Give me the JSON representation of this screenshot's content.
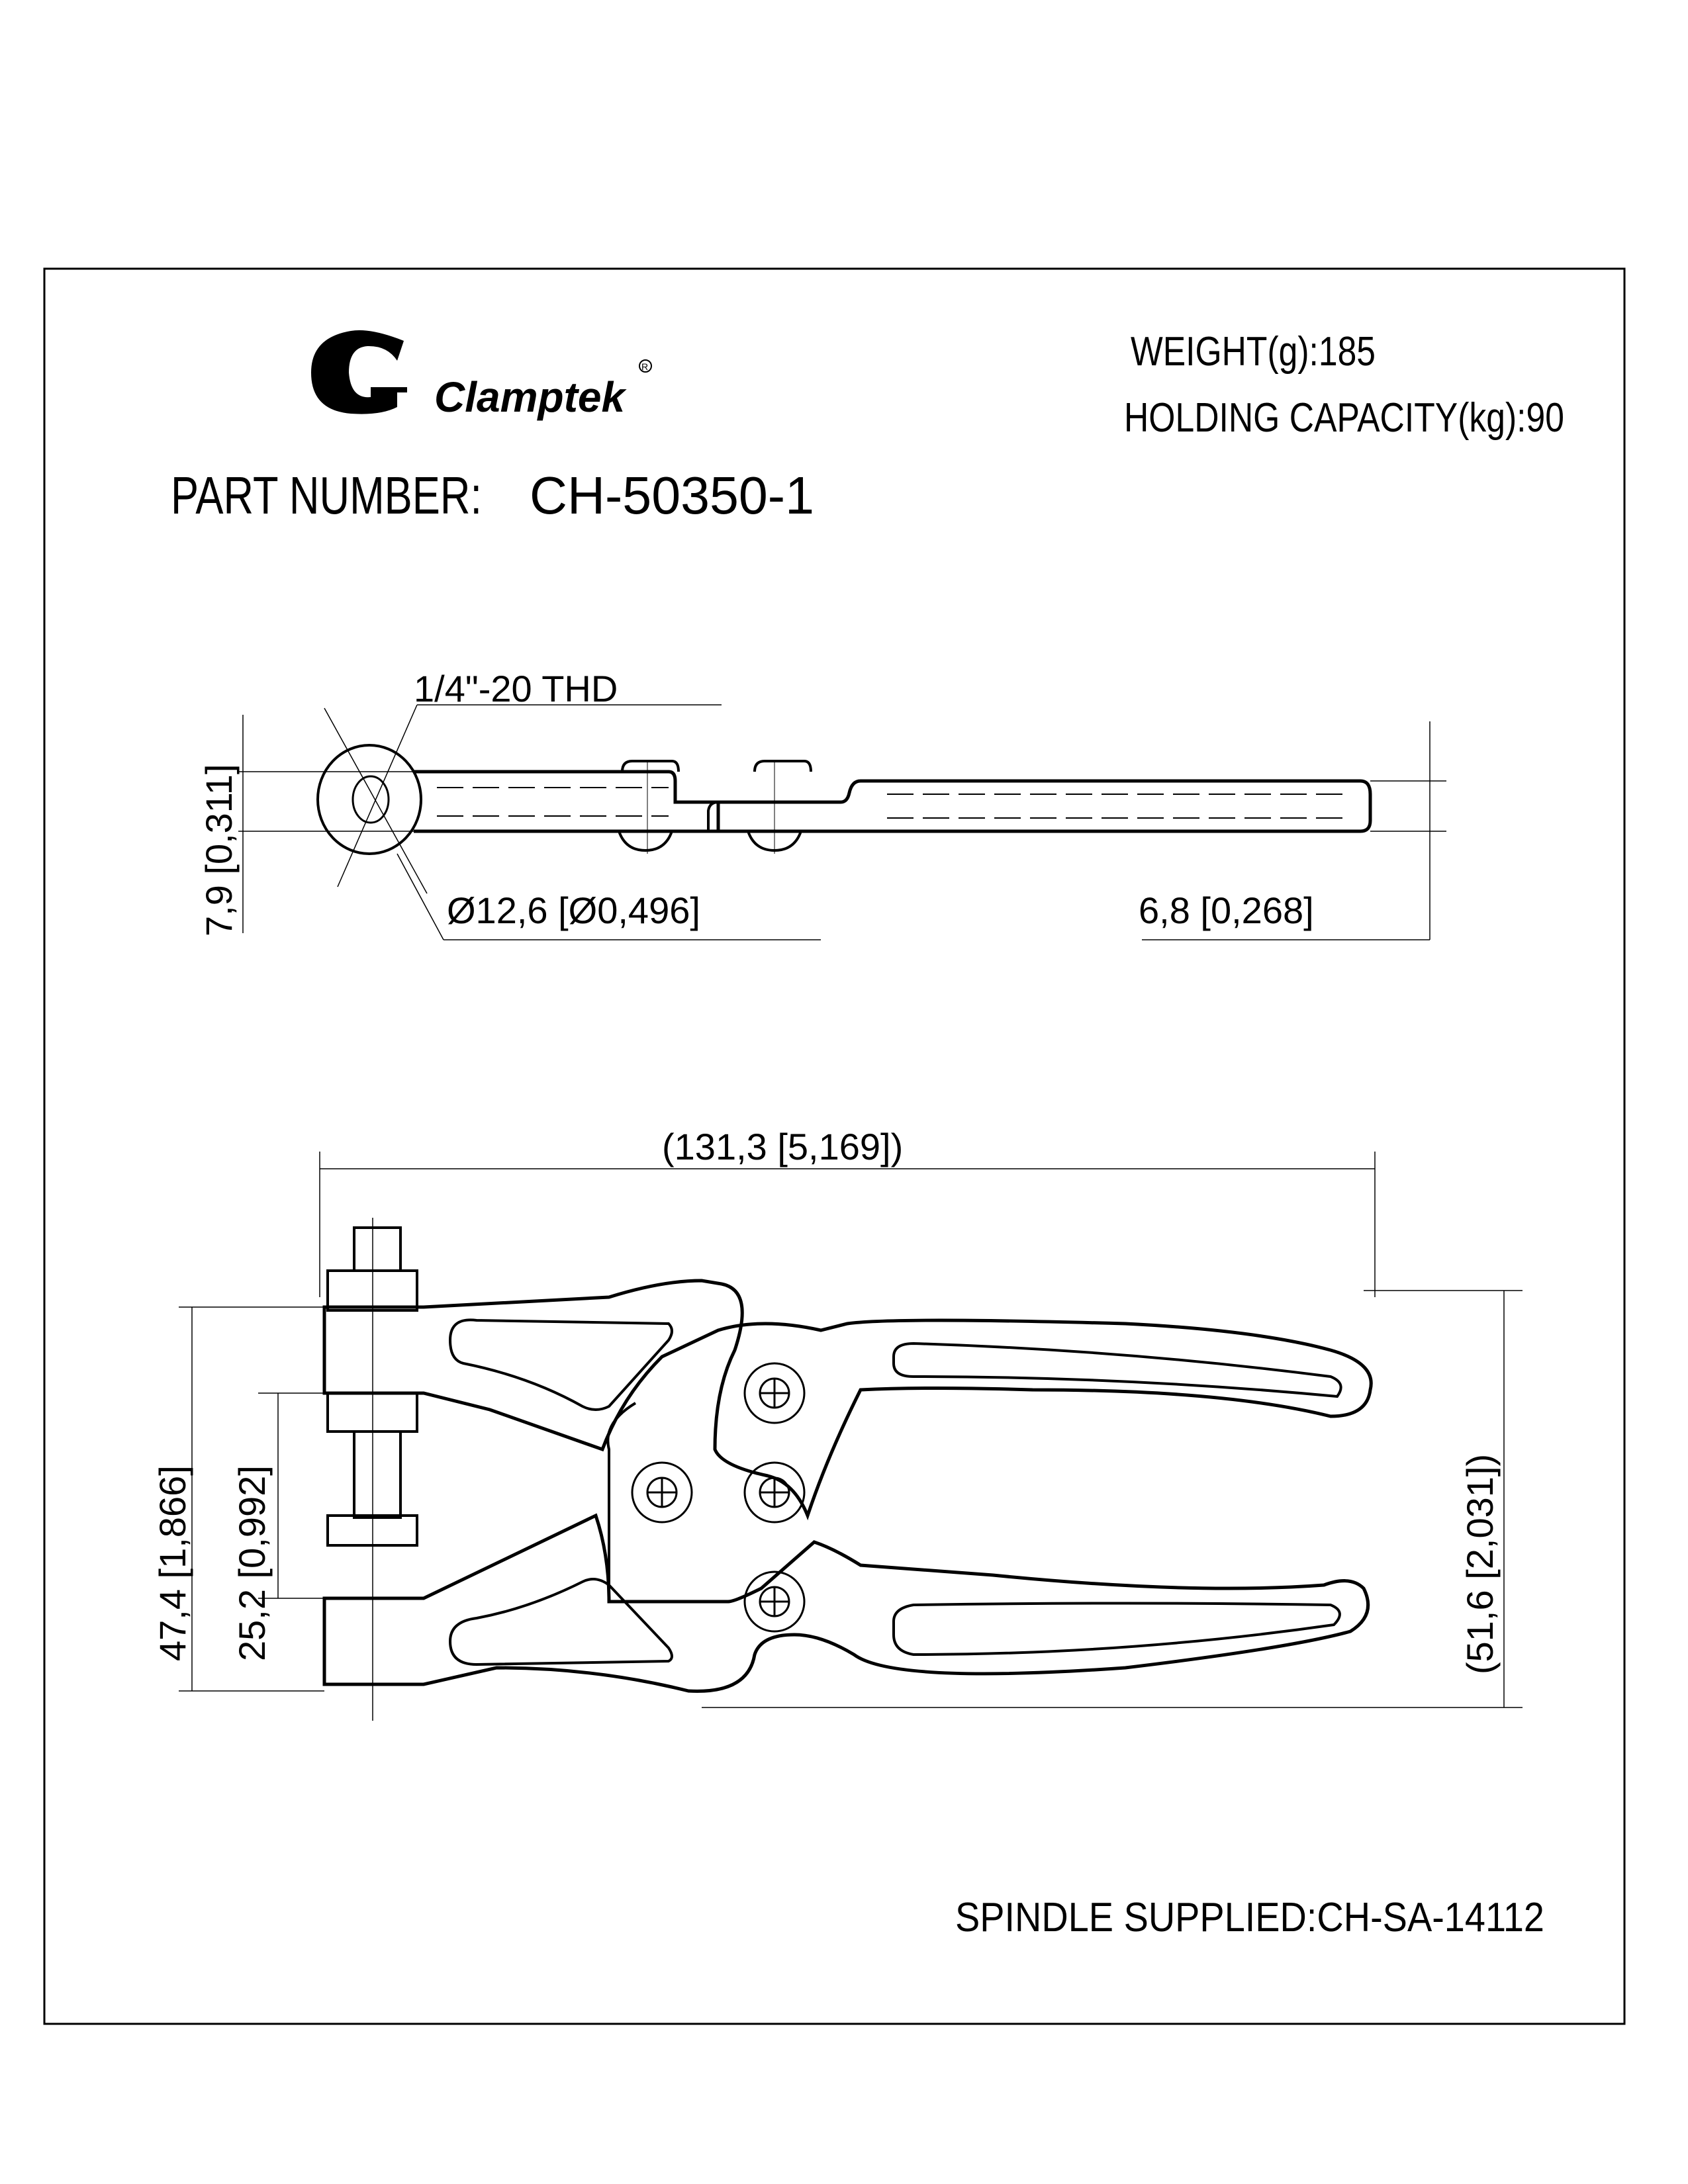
{
  "brand": {
    "name": "Clamptek",
    "registered_mark": "R"
  },
  "specs": {
    "weight": "WEIGHT(g):185",
    "holding_capacity": "HOLDING  CAPACITY(kg):90"
  },
  "part_number": {
    "label": "PART NUMBER:",
    "value": "CH-50350-1"
  },
  "side_view": {
    "thread": "1/4\"-20 THD",
    "diameter": "Ø12,6 [Ø0,496]",
    "thickness_left": "7,9 [0,311]",
    "thickness_right": "6,8 [0,268]"
  },
  "front_view": {
    "overall_length": "(131,3 [5,169])",
    "height_left": "47,4 [1,866]",
    "jaw_opening": "25,2 [0,992]",
    "height_right": "(51,6 [2,031])"
  },
  "footer": {
    "spindle": "SPINDLE SUPPLIED:CH-SA-14112"
  }
}
